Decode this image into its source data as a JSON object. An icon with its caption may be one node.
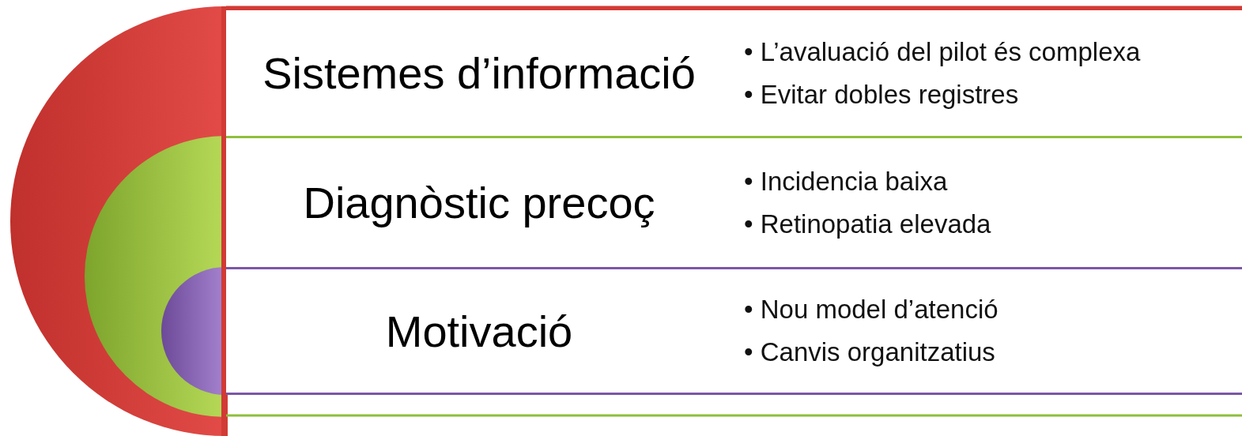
{
  "diagram": {
    "nodes": [
      {
        "text": [
          "Sistemes d’informació",
          "• L’avaluació del pilot és complexa",
          "• Evitar dobles registres"
        ]
      },
      {
        "text": [
          "Diagnòstic precoç",
          "• Incidencia baixa",
          "• Retinopatia elevada"
        ]
      },
      {
        "text": [
          "Motivació",
          "• Nou model d’atenció",
          "• Canvis organitzatius"
        ]
      }
    ]
  }
}
